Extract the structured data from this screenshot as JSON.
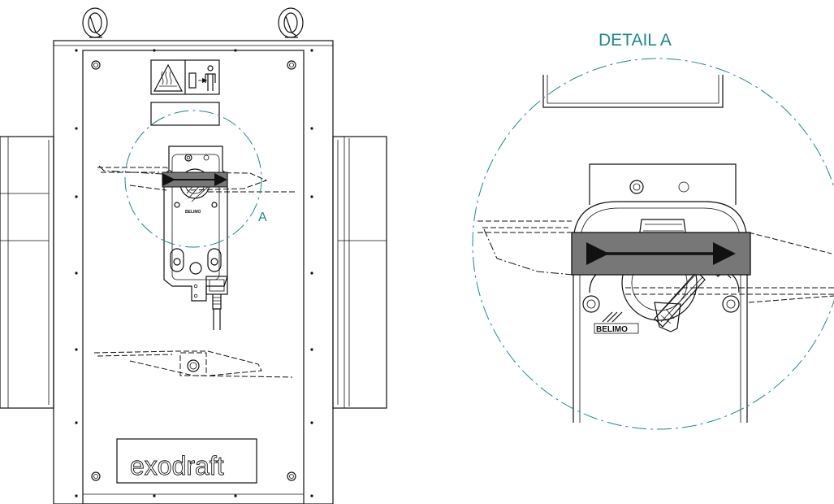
{
  "detail_title": "DETAIL A",
  "callout_label": "A",
  "logo_text": "exodraft",
  "brand_text": "BELIMO",
  "colors": {
    "callout": "#1a8a8a",
    "label_gray": "#777777",
    "line": "#111111"
  },
  "icons": [
    "hot-surface-warning-icon",
    "safety-distance-person-icon",
    "direction-arrow-icon"
  ]
}
